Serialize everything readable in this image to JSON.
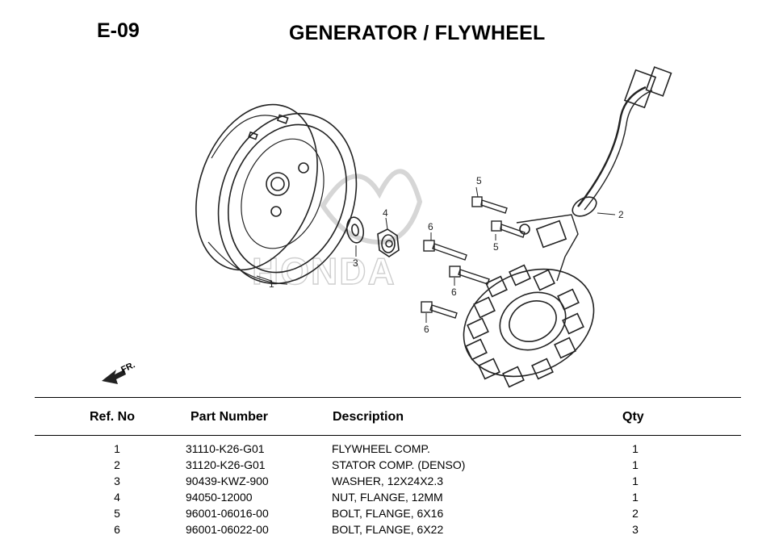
{
  "page": {
    "code": "E-09",
    "title": "GENERATOR / FLYWHEEL"
  },
  "diagram": {
    "watermark": "HONDA",
    "front_label": "FR.",
    "callouts": [
      "1",
      "2",
      "3",
      "4",
      "5",
      "5",
      "6",
      "6",
      "6"
    ]
  },
  "table": {
    "headers": {
      "ref": "Ref. No",
      "part": "Part Number",
      "desc": "Description",
      "qty": "Qty"
    },
    "rows": [
      {
        "ref": "1",
        "part": "31110-K26-G01",
        "desc": "FLYWHEEL COMP.",
        "qty": "1"
      },
      {
        "ref": "2",
        "part": "31120-K26-G01",
        "desc": "STATOR COMP. (DENSO)",
        "qty": "1"
      },
      {
        "ref": "3",
        "part": "90439-KWZ-900",
        "desc": "WASHER, 12X24X2.3",
        "qty": "1"
      },
      {
        "ref": "4",
        "part": "94050-12000",
        "desc": "NUT, FLANGE, 12MM",
        "qty": "1"
      },
      {
        "ref": "5",
        "part": "96001-06016-00",
        "desc": "BOLT, FLANGE, 6X16",
        "qty": "2"
      },
      {
        "ref": "6",
        "part": "96001-06022-00",
        "desc": "BOLT, FLANGE, 6X22",
        "qty": "3"
      }
    ]
  }
}
